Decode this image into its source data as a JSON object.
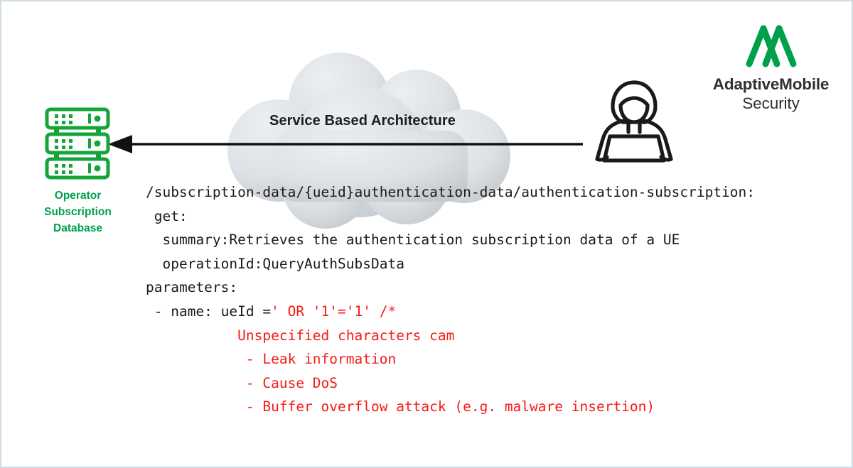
{
  "page": {
    "border_color": "#cfdee4",
    "background": "#ffffff"
  },
  "cloud": {
    "title": "Service Based Architecture",
    "fill_light": "#e2e6e9",
    "fill_dark": "#c9ced3"
  },
  "database": {
    "icon": "server-rack-icon",
    "color": "#00a14b",
    "label_line1": "Operator",
    "label_line2": "Subscription",
    "label_line3": "Database"
  },
  "attacker": {
    "icon": "hooded-hacker-with-laptop-icon",
    "color": "#1a1a1a"
  },
  "arrow": {
    "name": "data-exfiltration-arrow",
    "direction": "left",
    "color": "#111111"
  },
  "logo": {
    "mark": "adaptivemobile-m-mark-icon",
    "mark_color": "#00a04a",
    "name": "AdaptiveMobile",
    "subtitle": "Security",
    "text_color": "#2e3033"
  },
  "code": {
    "lines": [
      {
        "indent": 0,
        "segments": [
          {
            "text": "/subscription-data/{ueid}authentication-data/authentication-subscription:",
            "color": "black"
          }
        ]
      },
      {
        "indent": 1,
        "segments": [
          {
            "text": "get:",
            "color": "black"
          }
        ]
      },
      {
        "indent": 2,
        "segments": [
          {
            "text": "summary:Retrieves the authentication subscription data of a UE",
            "color": "black"
          }
        ]
      },
      {
        "indent": 2,
        "segments": [
          {
            "text": "operationId:QueryAuthSubsData",
            "color": "black"
          }
        ]
      },
      {
        "indent": 0,
        "segments": [
          {
            "text": "parameters:",
            "color": "black"
          }
        ]
      },
      {
        "indent": 1,
        "segments": [
          {
            "text": "- name: ueId =",
            "color": "black"
          },
          {
            "text": "' OR '1'='1' /*",
            "color": "red"
          }
        ]
      },
      {
        "indent": 11,
        "segments": [
          {
            "text": "Unspecified characters cam",
            "color": "red"
          }
        ]
      },
      {
        "indent": 12,
        "segments": [
          {
            "text": "- Leak information",
            "color": "red"
          }
        ]
      },
      {
        "indent": 12,
        "segments": [
          {
            "text": "- Cause DoS",
            "color": "red"
          }
        ]
      },
      {
        "indent": 12,
        "segments": [
          {
            "text": "- Buffer overflow attack (e.g. malware insertion)",
            "color": "red"
          }
        ]
      }
    ],
    "black_color": "#1a1a1a",
    "red_color": "#f61a16"
  }
}
